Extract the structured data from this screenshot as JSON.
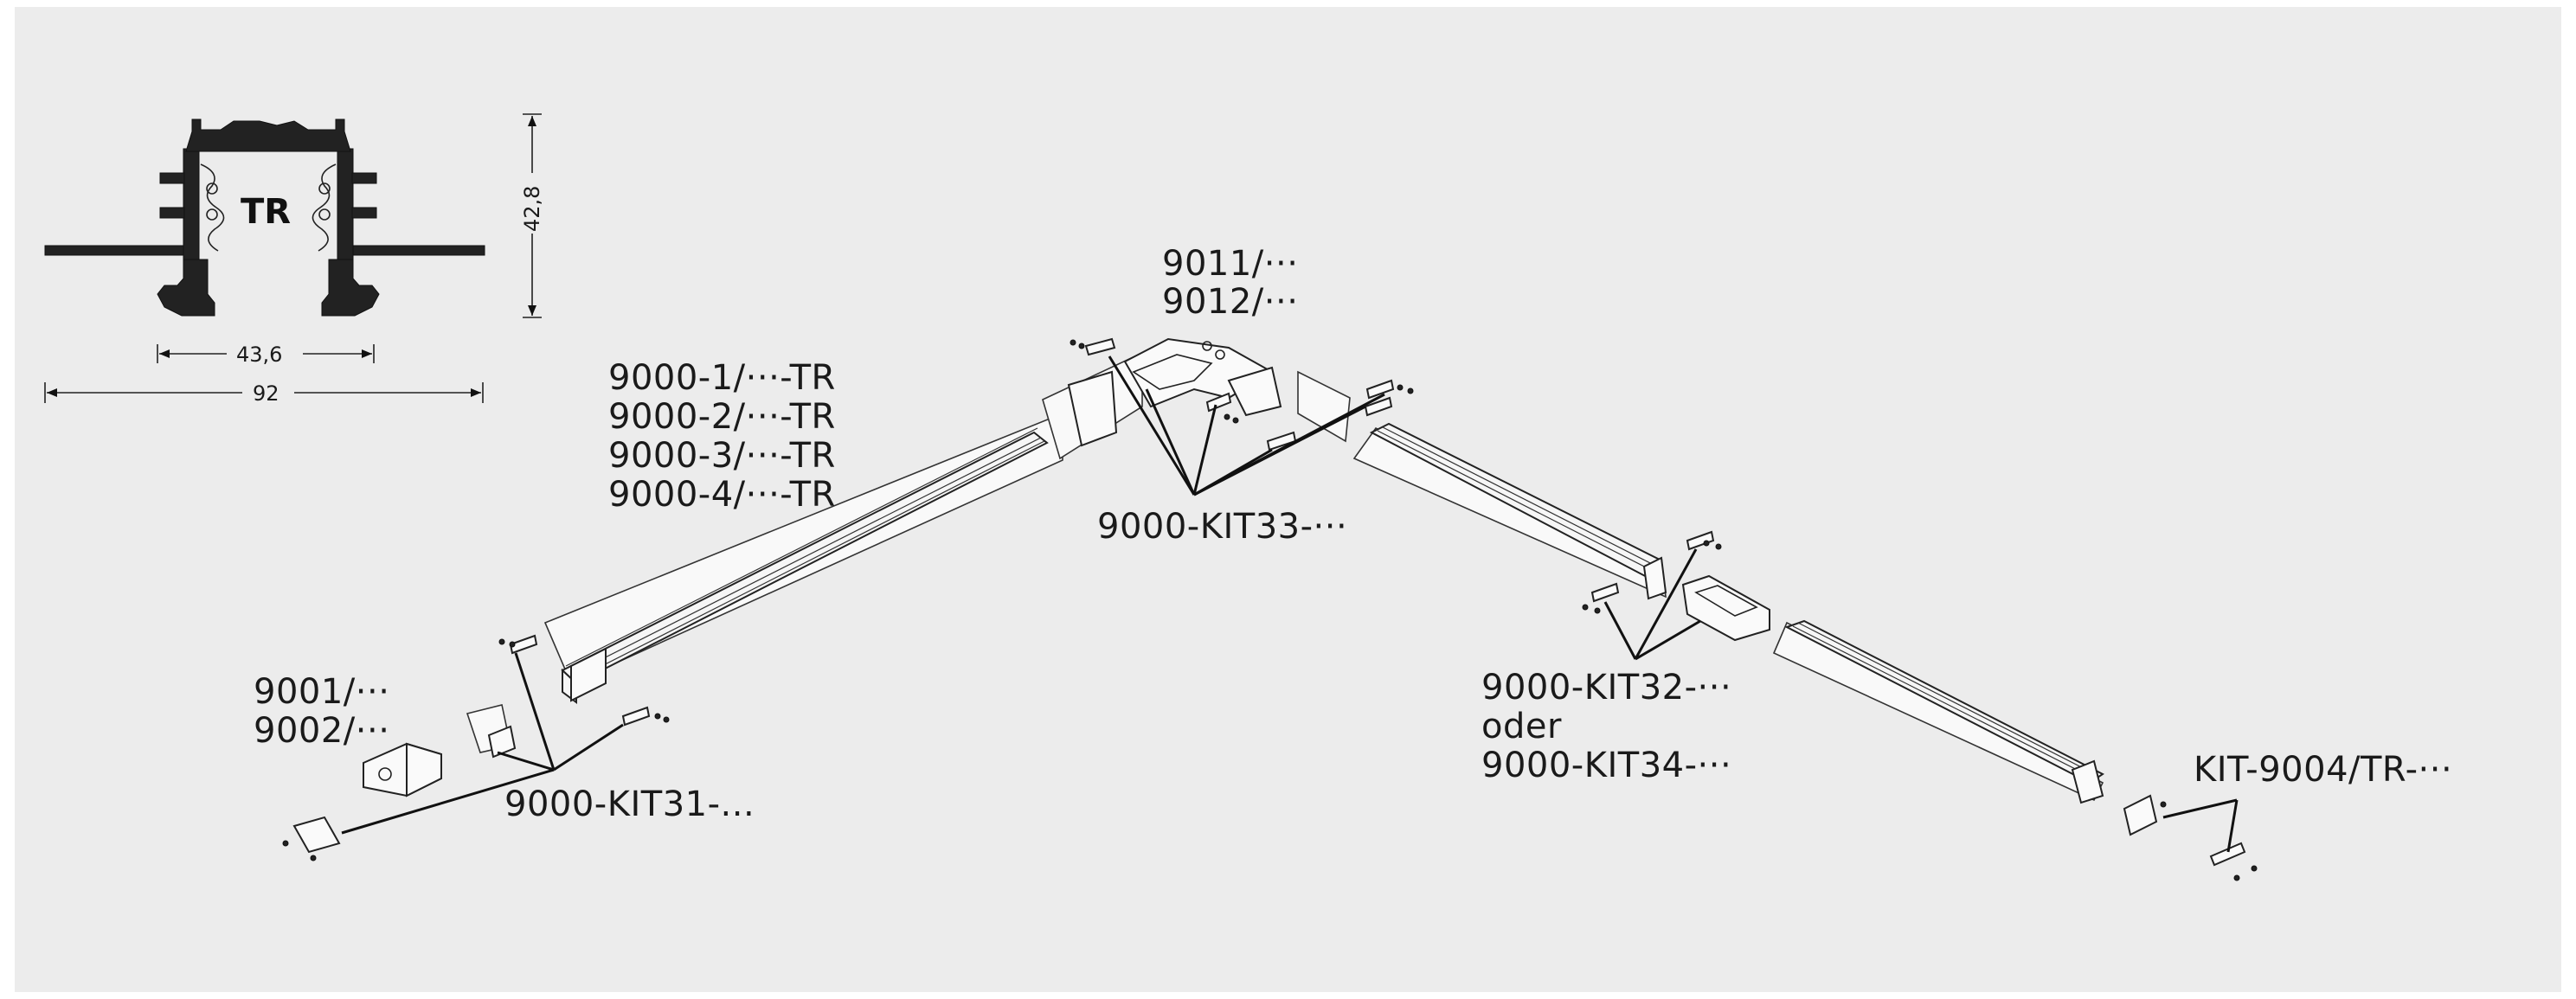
{
  "profile": {
    "label": "TR",
    "height": "42,8",
    "inner_width": "43,6",
    "outer_width": "92"
  },
  "labels": {
    "rail_1": "9000-1/···-TR",
    "rail_2": "9000-2/···-TR",
    "rail_3": "9000-3/···-TR",
    "rail_4": "9000-4/···-TR",
    "corner_1": "9011/···",
    "corner_2": "9012/···",
    "kit33": "9000-KIT33-···",
    "feed_1": "9001/···",
    "feed_2": "9002/···",
    "kit31": "9000-KIT31-...",
    "kit32": "9000-KIT32-···",
    "oder": "oder",
    "kit34": "9000-KIT34-···",
    "endcap": "KIT-9004/TR-···"
  },
  "colors": {
    "background": "#ececec",
    "line": "#111111"
  }
}
